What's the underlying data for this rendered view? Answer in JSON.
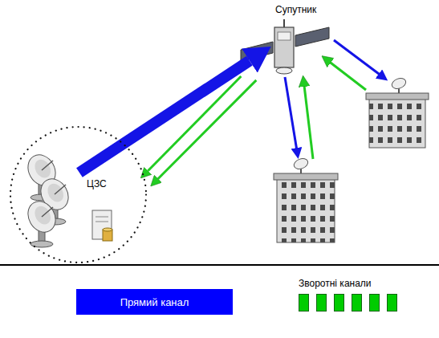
{
  "diagram": {
    "nodes": [
      {
        "text": [
          "Супутник"
        ]
      },
      {
        "text": [
          "ЦЗС"
        ]
      }
    ],
    "edges": [
      {
        "from": 1,
        "to": 0,
        "arrow": "to"
      },
      {
        "from": 0,
        "to": 1,
        "arrow": "to"
      },
      {
        "from": 0,
        "to": 1,
        "arrow": "to"
      }
    ],
    "legend": [
      {
        "text": "Прямий канал",
        "color": "#0000ff"
      },
      {
        "text": "Зворотні канали",
        "color": "#00cc00"
      }
    ]
  }
}
